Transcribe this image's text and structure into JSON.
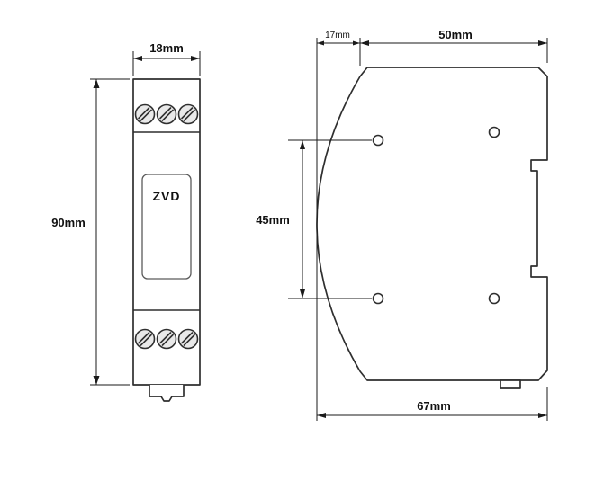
{
  "drawing": {
    "front_view": {
      "width_label": "18mm",
      "height_label": "90mm",
      "device_label": "ZVD"
    },
    "side_view": {
      "flange_depth_label": "17mm",
      "body_depth_label": "50mm",
      "hole_spacing_label": "45mm",
      "overall_depth_label": "67mm"
    }
  },
  "colors": {
    "line": "#2f2f2f",
    "dimension_line": "#1a1a1a",
    "device_label_text": "#9e9e9e",
    "background": "#ffffff"
  }
}
